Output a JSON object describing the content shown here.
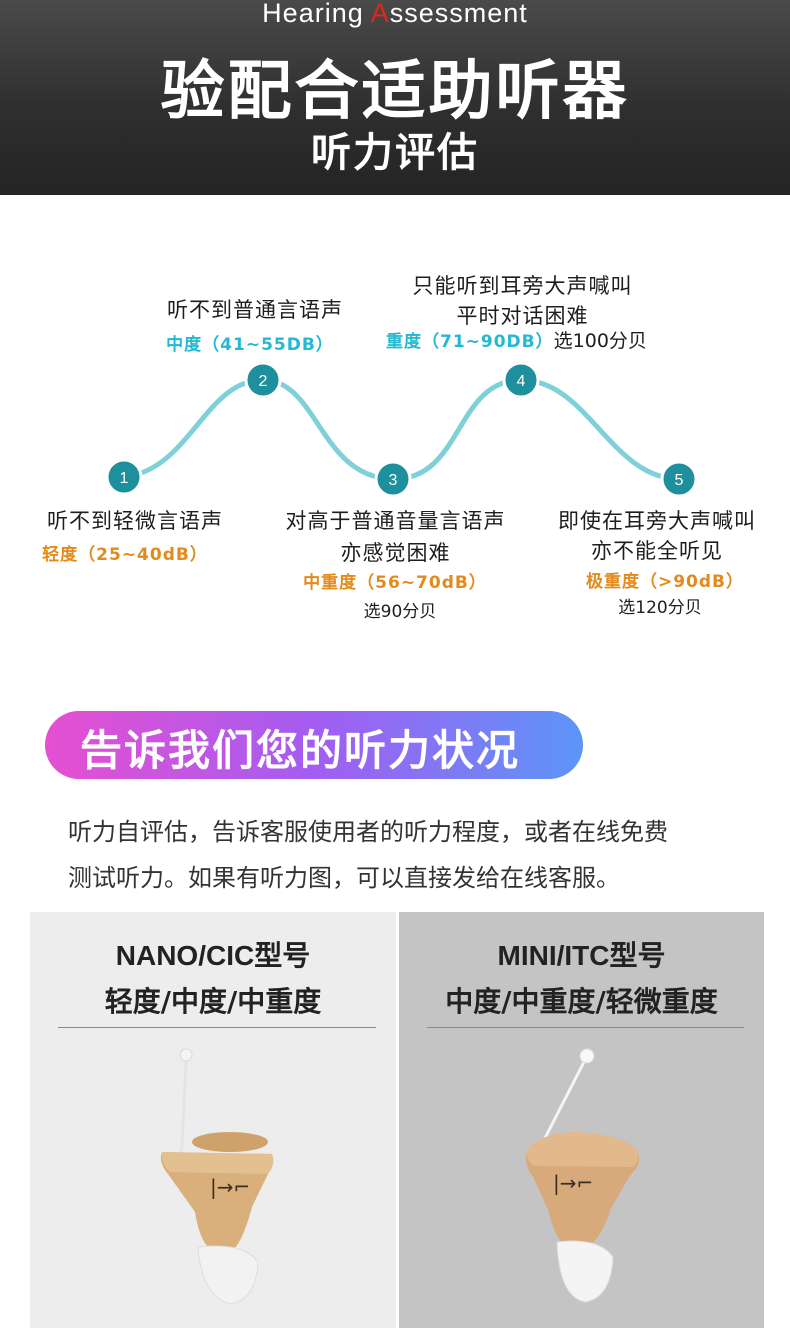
{
  "header": {
    "english_first_letter": "H",
    "english_part1": "earing ",
    "english_red_letter": "A",
    "english_part2": "ssessment",
    "title": "验配合适助听器",
    "subtitle": "听力评估"
  },
  "levels": [
    {
      "number": "1",
      "description": [
        "听不到轻微言语声"
      ],
      "level": "轻度（25~40dB）",
      "color": "#e38a1c"
    },
    {
      "number": "2",
      "description": [
        "听不到普通言语声"
      ],
      "level": "中度（41~55DB）",
      "color": "#24b8d2"
    },
    {
      "number": "3",
      "description": [
        "对高于普通音量言语声",
        "亦感觉困难"
      ],
      "level": "中重度（56~70dB）",
      "recommendation": "选90分贝",
      "color": "#e38a1c"
    },
    {
      "number": "4",
      "description": [
        "只能听到耳旁大声喊叫",
        "平时对话困难"
      ],
      "level": "重度（71~90DB）",
      "recommendation": "选100分贝",
      "color": "#24b8d2"
    },
    {
      "number": "5",
      "description": [
        "即使在耳旁大声喊叫",
        "亦不能全听见"
      ],
      "level": "极重度（>90dB）",
      "recommendation": "选120分贝",
      "color": "#e38a1c"
    }
  ],
  "colors": {
    "curve": "#7fd0d8",
    "node": "#1e8f9c",
    "cyan_text": "#24b8d2",
    "orange_text": "#e38a1c",
    "banner_gradient": [
      "#e64fd0",
      "#a35df2",
      "#5c95f7"
    ]
  },
  "banner": {
    "text": "告诉我们您的听力状况"
  },
  "description": [
    "听力自评估，告诉客服使用者的听力程度，或者在线免费",
    "测试听力。如果有听力图，可以直接发给在线客服。"
  ],
  "products": [
    {
      "model": "NANO/CIC型号",
      "suitable": "轻度/中度/中重度",
      "image_icon": "hearing-aid-icon"
    },
    {
      "model": "MINI/ITC型号",
      "suitable": "中度/中重度/轻微重度",
      "image_icon": "hearing-aid-icon"
    }
  ]
}
